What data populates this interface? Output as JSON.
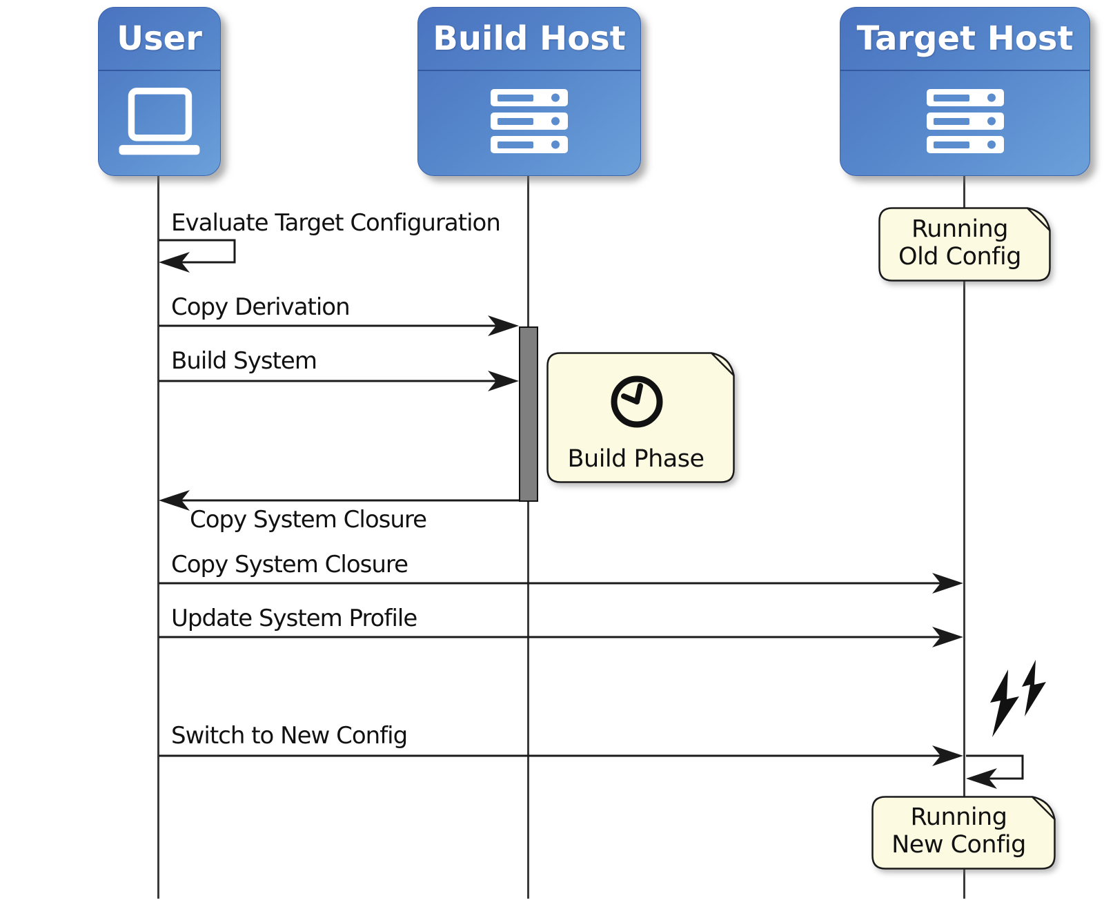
{
  "diagram_type": "uml-sequence-diagram",
  "actors": [
    {
      "id": "user",
      "label": "User",
      "icon": "laptop-icon"
    },
    {
      "id": "build-host",
      "label": "Build Host",
      "icon": "server-icon"
    },
    {
      "id": "target-host",
      "label": "Target Host",
      "icon": "server-icon"
    }
  ],
  "messages": [
    {
      "label": "Evaluate Target Configuration",
      "from": "user",
      "to": "user",
      "type": "self"
    },
    {
      "label": "Copy Derivation",
      "from": "user",
      "to": "build-host",
      "type": "call"
    },
    {
      "label": "Build System",
      "from": "user",
      "to": "build-host",
      "type": "call"
    },
    {
      "label": "Copy System Closure",
      "from": "build-host",
      "to": "user",
      "type": "return"
    },
    {
      "label": "Copy System Closure",
      "from": "user",
      "to": "target-host",
      "type": "call"
    },
    {
      "label": "Update System Profile",
      "from": "user",
      "to": "target-host",
      "type": "call"
    },
    {
      "label": "Switch to New Config",
      "from": "user",
      "to": "target-host",
      "type": "call"
    },
    {
      "label": "",
      "from": "target-host",
      "to": "target-host",
      "type": "self"
    }
  ],
  "notes": [
    {
      "id": "running-old-config",
      "lines": [
        "Running",
        "Old Config"
      ],
      "attached_to": "target-host"
    },
    {
      "id": "build-phase",
      "lines": [
        "Build Phase"
      ],
      "icon": "clock-icon",
      "attached_to": "build-host"
    },
    {
      "id": "running-new-config",
      "lines": [
        "Running",
        "New Config"
      ],
      "attached_to": "target-host"
    }
  ],
  "icons": {
    "laptop-icon": "white laptop glyph",
    "server-icon": "white 3-bay server stack glyph",
    "clock-icon": "black outline clock",
    "lightning-icon": "two black lightning bolts"
  },
  "colors": {
    "actor_gradient_top": "#4a73bf",
    "actor_gradient_bottom": "#6ba0da",
    "actor_divider": "#33589f",
    "actor_title_text": "#ffffff",
    "note_background": "#fcfae1",
    "note_border": "#1a1a1a",
    "message_line": "#1a1a1a",
    "message_text": "#111111",
    "lifeline": "#3a3a3a",
    "activation_fill": "#7f7f7f",
    "background": "#ffffff"
  }
}
